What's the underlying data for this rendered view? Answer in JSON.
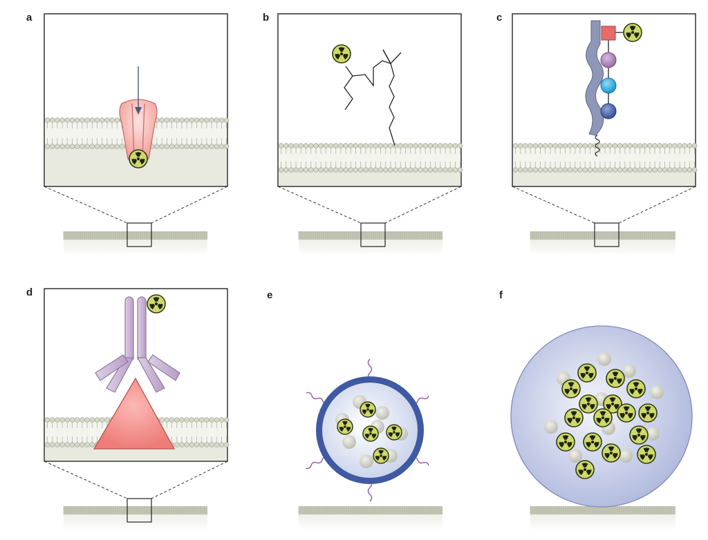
{
  "panels": [
    {
      "id": "a",
      "label": "a"
    },
    {
      "id": "b",
      "label": "b"
    },
    {
      "id": "c",
      "label": "c"
    },
    {
      "id": "d",
      "label": "d"
    },
    {
      "id": "e",
      "label": "e"
    },
    {
      "id": "f",
      "label": "f"
    }
  ],
  "colors": {
    "membrane_bead": "#d5d9c9",
    "membrane_bead_stroke": "#a4a897",
    "membrane_base": "#dde0d4",
    "membrane_fill": "#e9ebe2",
    "channel": "#f4aaa6",
    "radio_fill": "#cfd86a",
    "radio_stroke": "#2f3a15",
    "antibody": "#c9b2d4",
    "antigen": "#f08a86",
    "anchor": "#8e97b7",
    "sugar_red": "#e96a6a",
    "sugar_purple": "#a884b4",
    "sugar_cyan": "#2fb1e6",
    "sugar_navy": "#4560a6",
    "liposome_ring": "#3f59a2",
    "peg": "#9a63a6",
    "nano_sphere": "#c9cfe8",
    "grey_bead": "#c7c7bd"
  },
  "icons": [
    "radioactive-icon",
    "arrow-down-icon"
  ]
}
